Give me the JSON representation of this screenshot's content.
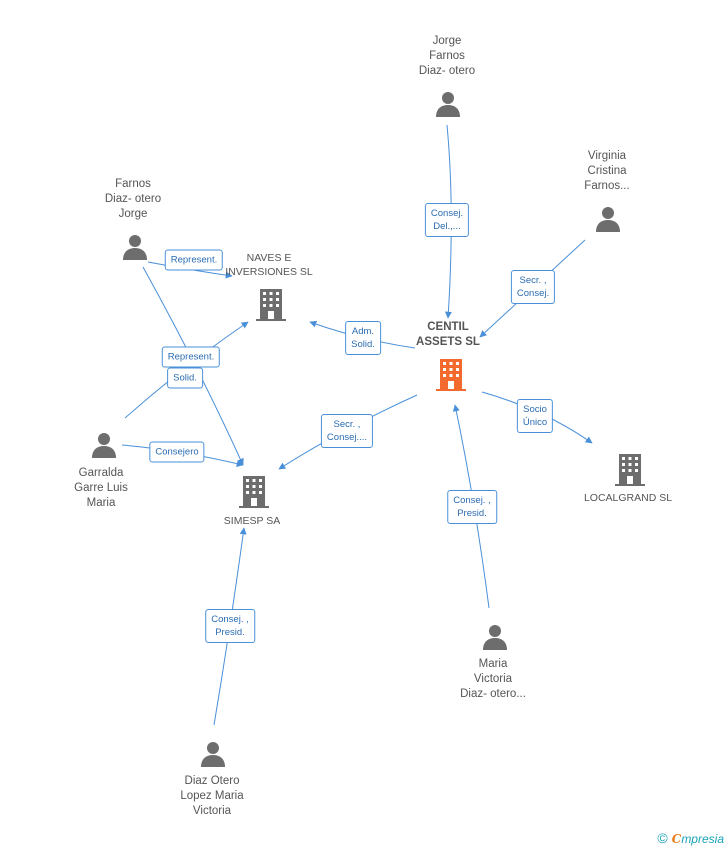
{
  "nodes": {
    "jorge_farnos": {
      "label_lines": [
        "Jorge",
        "Farnos",
        "Diaz- otero"
      ],
      "kind": "person"
    },
    "virginia": {
      "label_lines": [
        "Virginia",
        "Cristina",
        "Farnos..."
      ],
      "kind": "person"
    },
    "farnos_jorge": {
      "label_lines": [
        "Farnos",
        "Diaz- otero",
        "Jorge"
      ],
      "kind": "person"
    },
    "naves": {
      "label_lines": [
        "NAVES E",
        "INVERSIONES SL"
      ],
      "kind": "company"
    },
    "centil": {
      "label_lines": [
        "CENTIL",
        "ASSETS SL"
      ],
      "kind": "company-main"
    },
    "garralda": {
      "label_lines": [
        "Garralda",
        "Garre Luis",
        "Maria"
      ],
      "kind": "person"
    },
    "simesp": {
      "label_lines": [
        "SIMESP SA"
      ],
      "kind": "company"
    },
    "localgrand": {
      "label_lines": [
        "LOCALGRAND SL"
      ],
      "kind": "company"
    },
    "maria_victoria": {
      "label_lines": [
        "Maria",
        "Victoria",
        "Diaz- otero..."
      ],
      "kind": "person"
    },
    "diaz_otero": {
      "label_lines": [
        "Diaz Otero",
        "Lopez Maria",
        "Victoria"
      ],
      "kind": "person"
    }
  },
  "relations": {
    "jorge_centil": [
      "Consej.",
      "Del.,..."
    ],
    "virginia_centil": [
      "Secr. ,",
      "Consej."
    ],
    "centil_naves": [
      "Adm.",
      "Solid."
    ],
    "farnos_naves": [
      "Represent."
    ],
    "farnos_simesp": [
      "Represent."
    ],
    "garralda_naves": [
      "Solid."
    ],
    "garralda_simesp": [
      "Consejero"
    ],
    "centil_simesp": [
      "Secr. ,",
      "Consej...."
    ],
    "centil_localgrand": [
      "Socio",
      "Único"
    ],
    "mariavictoria_centil": [
      "Consej. ,",
      "Presid."
    ],
    "diazotero_simesp": [
      "Consej. ,",
      "Presid."
    ]
  },
  "colors": {
    "edge": "#4a90d9",
    "person": "#6d6d6d",
    "company": "#6d6d6d",
    "company_main": "#f26a2e"
  },
  "footer": {
    "copyright": "©",
    "brand_initial": "C",
    "brand_rest": "mpresia"
  }
}
